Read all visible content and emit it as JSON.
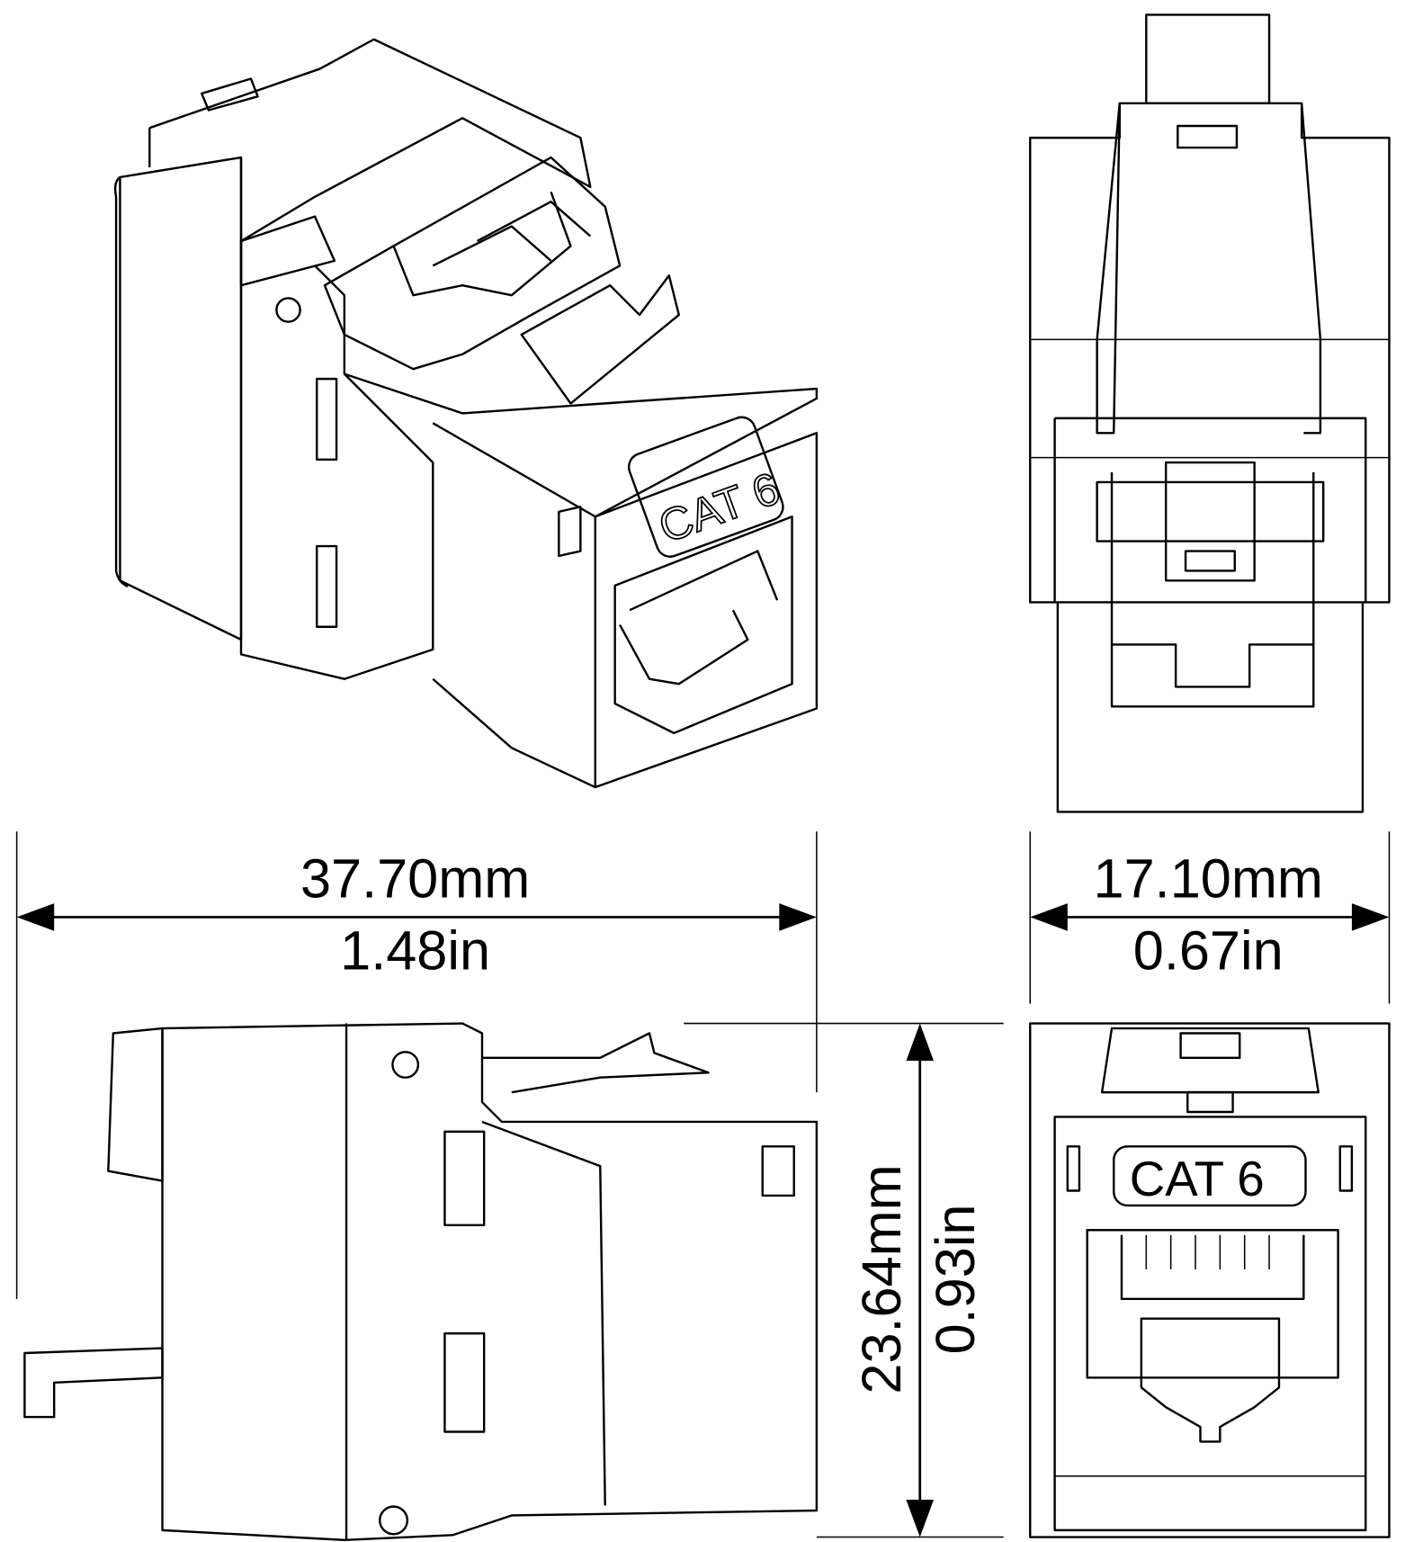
{
  "dimensions": {
    "length": {
      "mm": "37.70mm",
      "in": "1.48in"
    },
    "width": {
      "mm": "17.10mm",
      "in": "0.67in"
    },
    "height": {
      "mm": "23.64mm",
      "in": "0.93in"
    }
  },
  "labels": {
    "category_iso": "CAT 6",
    "category_front": "CAT 6"
  },
  "colors": {
    "line": "#000000",
    "background": "#ffffff"
  }
}
